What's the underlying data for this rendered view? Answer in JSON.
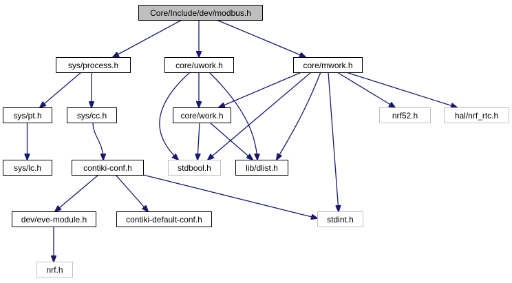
{
  "graph": {
    "title_node": "root",
    "colors": {
      "edge": "#191970",
      "root_fill": "#bfbfbf",
      "node_fill": "#ffffff",
      "node_border": "#000000",
      "external_border": "#bfbfbf",
      "text": "#000000",
      "external_text": "#000000"
    },
    "nodes": [
      {
        "id": "root",
        "label": "Core/Include/dev/modbus.h",
        "kind": "root"
      },
      {
        "id": "process",
        "label": "sys/process.h",
        "kind": "file"
      },
      {
        "id": "uwork",
        "label": "core/uwork.h",
        "kind": "file"
      },
      {
        "id": "mwork",
        "label": "core/mwork.h",
        "kind": "file"
      },
      {
        "id": "pt",
        "label": "sys/pt.h",
        "kind": "file"
      },
      {
        "id": "cc",
        "label": "sys/cc.h",
        "kind": "file"
      },
      {
        "id": "work",
        "label": "core/work.h",
        "kind": "file"
      },
      {
        "id": "nrf52",
        "label": "nrf52.h",
        "kind": "external"
      },
      {
        "id": "nrfrtc",
        "label": "hal/nrf_rtc.h",
        "kind": "external"
      },
      {
        "id": "lc",
        "label": "sys/lc.h",
        "kind": "file"
      },
      {
        "id": "contikiconf",
        "label": "contiki-conf.h",
        "kind": "file"
      },
      {
        "id": "stdbool",
        "label": "stdbool.h",
        "kind": "external"
      },
      {
        "id": "dlist",
        "label": "lib/dlist.h",
        "kind": "file"
      },
      {
        "id": "evemodule",
        "label": "dev/eve-module.h",
        "kind": "file"
      },
      {
        "id": "contikidefault",
        "label": "contiki-default-conf.h",
        "kind": "file"
      },
      {
        "id": "stdint",
        "label": "stdint.h",
        "kind": "external"
      },
      {
        "id": "nrf",
        "label": "nrf.h",
        "kind": "external"
      }
    ],
    "edges": [
      {
        "from": "root",
        "to": "process"
      },
      {
        "from": "root",
        "to": "uwork"
      },
      {
        "from": "root",
        "to": "mwork"
      },
      {
        "from": "process",
        "to": "pt"
      },
      {
        "from": "process",
        "to": "cc"
      },
      {
        "from": "pt",
        "to": "lc"
      },
      {
        "from": "cc",
        "to": "contikiconf"
      },
      {
        "from": "contikiconf",
        "to": "evemodule"
      },
      {
        "from": "contikiconf",
        "to": "contikidefault"
      },
      {
        "from": "contikiconf",
        "to": "stdint"
      },
      {
        "from": "evemodule",
        "to": "nrf"
      },
      {
        "from": "uwork",
        "to": "work"
      },
      {
        "from": "uwork",
        "to": "stdbool"
      },
      {
        "from": "uwork",
        "to": "dlist"
      },
      {
        "from": "work",
        "to": "stdbool"
      },
      {
        "from": "work",
        "to": "dlist"
      },
      {
        "from": "mwork",
        "to": "work"
      },
      {
        "from": "mwork",
        "to": "stdbool"
      },
      {
        "from": "mwork",
        "to": "dlist"
      },
      {
        "from": "mwork",
        "to": "stdint"
      },
      {
        "from": "mwork",
        "to": "nrf52"
      },
      {
        "from": "mwork",
        "to": "nrfrtc"
      }
    ]
  }
}
